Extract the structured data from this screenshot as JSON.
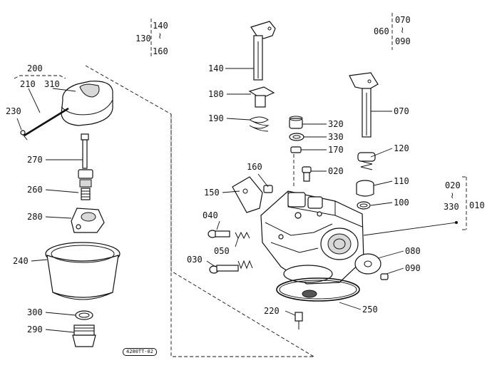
{
  "diagram": {
    "stamp": "4200TT-02",
    "labels": {
      "p010": "010",
      "p020a": "020",
      "p020b": "020",
      "p030": "030",
      "p040": "040",
      "p050": "050",
      "p060": "060",
      "p070a": "070",
      "p070b": "070",
      "p080": "080",
      "p090a": "090",
      "p090b": "090",
      "p100": "100",
      "p110": "110",
      "p120": "120",
      "p130": "130",
      "p140a": "140",
      "p140b": "140",
      "p150": "150",
      "p160a": "160",
      "p160b": "160",
      "p170": "170",
      "p180": "180",
      "p190": "190",
      "p200": "200",
      "p210": "210",
      "p220": "220",
      "p230": "230",
      "p240": "240",
      "p250": "250",
      "p260": "260",
      "p270": "270",
      "p280": "280",
      "p290": "290",
      "p300": "300",
      "p310": "310",
      "p320": "320",
      "p330a": "330",
      "p330b": "330"
    },
    "range_mark": "≀"
  }
}
